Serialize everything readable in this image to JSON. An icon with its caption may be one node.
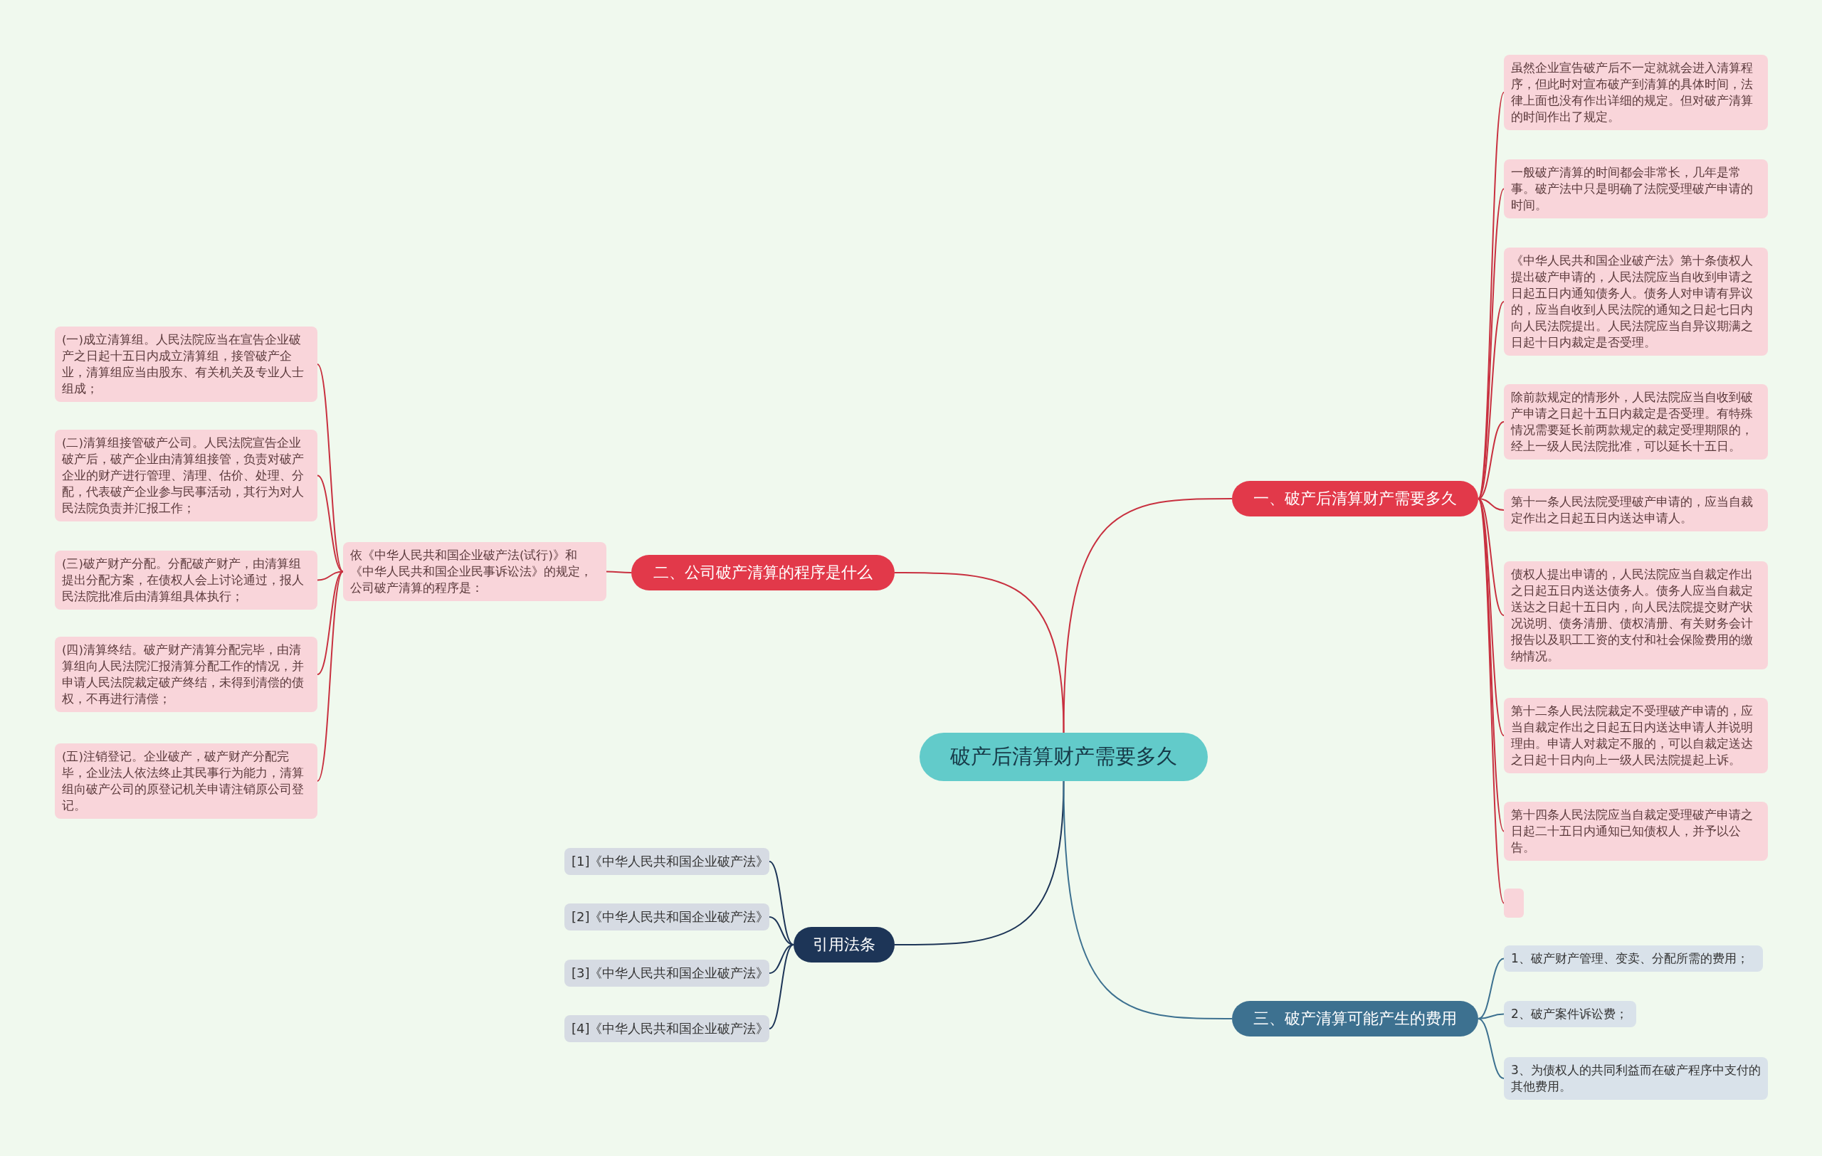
{
  "diagram": {
    "nodes": [
      {
        "text": [
          "破产后清算财产需要多久"
        ]
      },
      {
        "text": [
          "一、破产后清算财产需要多久"
        ]
      },
      {
        "text": [
          "虽然企业宣告破产后不一定就就会进入清算程序，但此时对宣布破产到清算的具体时间，法律上面也没有作出详细的规定。但对破产清算的时间作出了规定。"
        ]
      },
      {
        "text": [
          "一般破产清算的时间都会非常长，几年是常事。破产法中只是明确了法院受理破产申请的时间。"
        ]
      },
      {
        "text": [
          "《中华人民共和国企业破产法》第十条债权人提出破产申请的，人民法院应当自收到申请之日起五日内通知债务人。债务人对申请有异议的，应当自收到人民法院的通知之日起七日内向人民法院提出。人民法院应当自异议期满之日起十日内裁定是否受理。"
        ]
      },
      {
        "text": [
          "除前款规定的情形外，人民法院应当自收到破产申请之日起十五日内裁定是否受理。有特殊情况需要延长前两款规定的裁定受理期限的，经上一级人民法院批准，可以延长十五日。"
        ]
      },
      {
        "text": [
          "第十一条人民法院受理破产申请的，应当自裁定作出之日起五日内送达申请人。"
        ]
      },
      {
        "text": [
          "债权人提出申请的，人民法院应当自裁定作出之日起五日内送达债务人。债务人应当自裁定送达之日起十五日内，向人民法院提交财产状况说明、债务清册、债权清册、有关财务会计报告以及职工工资的支付和社会保险费用的缴纳情况。"
        ]
      },
      {
        "text": [
          "第十二条人民法院裁定不受理破产申请的，应当自裁定作出之日起五日内送达申请人并说明理由。申请人对裁定不服的，可以自裁定送达之日起十日内向上一级人民法院提起上诉。"
        ]
      },
      {
        "text": [
          "第十四条人民法院应当自裁定受理破产申请之日起二十五日内通知已知债权人，并予以公告。"
        ]
      },
      {
        "text": [],
        "shape": "box"
      },
      {
        "text": [
          "二、公司破产清算的程序是什么"
        ]
      },
      {
        "text": [
          "依《中华人民共和国企业破产法(试行)》和《中华人民共和国企业民事诉讼法》的规定，公司破产清算的程序是："
        ]
      },
      {
        "text": [
          "(一)成立清算组。人民法院应当在宣告企业破产之日起十五日内成立清算组，接管破产企业，清算组应当由股东、有关机关及专业人士组成；"
        ]
      },
      {
        "text": [
          "(二)清算组接管破产公司。人民法院宣告企业破产后，破产企业由清算组接管，负责对破产企业的财产进行管理、清理、估价、处理、分配，代表破产企业参与民事活动，其行为对人民法院负责并汇报工作；"
        ]
      },
      {
        "text": [
          "(三)破产财产分配。分配破产财产，由清算组提出分配方案，在债权人会上讨论通过，报人民法院批准后由清算组具体执行；"
        ]
      },
      {
        "text": [
          "(四)清算终结。破产财产清算分配完毕，由清算组向人民法院汇报清算分配工作的情况，并申请人民法院裁定破产终结，未得到清偿的债权，不再进行清偿；"
        ]
      },
      {
        "text": [
          "(五)注销登记。企业破产，破产财产分配完毕，企业法人依法终止其民事行为能力，清算组向破产公司的原登记机关申请注销原公司登记。"
        ]
      },
      {
        "text": [
          "引用法条"
        ]
      },
      {
        "text": [
          "[1]《中华人民共和国企业破产法》"
        ]
      },
      {
        "text": [
          "[2]《中华人民共和国企业破产法》"
        ]
      },
      {
        "text": [
          "[3]《中华人民共和国企业破产法》"
        ]
      },
      {
        "text": [
          "[4]《中华人民共和国企业破产法》"
        ]
      },
      {
        "text": [
          "三、破产清算可能产生的费用"
        ]
      },
      {
        "text": [
          "1、破产财产管理、变卖、分配所需的费用；"
        ]
      },
      {
        "text": [
          "2、破产案件诉讼费；"
        ]
      },
      {
        "text": [
          "3、为债权人的共同利益而在破产程序中支付的其他费用。"
        ]
      }
    ],
    "edges": [
      {
        "from": 0,
        "to": 1,
        "arrow": "none"
      },
      {
        "from": 1,
        "to": 2,
        "arrow": "none"
      },
      {
        "from": 1,
        "to": 3,
        "arrow": "none"
      },
      {
        "from": 1,
        "to": 4,
        "arrow": "none"
      },
      {
        "from": 1,
        "to": 5,
        "arrow": "none"
      },
      {
        "from": 1,
        "to": 6,
        "arrow": "none"
      },
      {
        "from": 1,
        "to": 7,
        "arrow": "none"
      },
      {
        "from": 1,
        "to": 8,
        "arrow": "none"
      },
      {
        "from": 1,
        "to": 9,
        "arrow": "none"
      },
      {
        "from": 1,
        "to": 10,
        "arrow": "none"
      },
      {
        "from": 0,
        "to": 11,
        "arrow": "none"
      },
      {
        "from": 11,
        "to": 12,
        "arrow": "none"
      },
      {
        "from": 12,
        "to": 13,
        "arrow": "none"
      },
      {
        "from": 12,
        "to": 14,
        "arrow": "none"
      },
      {
        "from": 12,
        "to": 15,
        "arrow": "none"
      },
      {
        "from": 12,
        "to": 16,
        "arrow": "none"
      },
      {
        "from": 12,
        "to": 17,
        "arrow": "none"
      },
      {
        "from": 0,
        "to": 18,
        "arrow": "none",
        "color": "#1d3557"
      },
      {
        "from": 18,
        "to": 19,
        "arrow": "none",
        "color": "#1d3557"
      },
      {
        "from": 18,
        "to": 20,
        "arrow": "none",
        "color": "#1d3557"
      },
      {
        "from": 18,
        "to": 21,
        "arrow": "none",
        "color": "#1d3557"
      },
      {
        "from": 18,
        "to": 22,
        "arrow": "none",
        "color": "#1d3557"
      },
      {
        "from": 0,
        "to": 23,
        "arrow": "none",
        "color": "#3d7190"
      },
      {
        "from": 23,
        "to": 24,
        "arrow": "none",
        "color": "#3d7190"
      },
      {
        "from": 23,
        "to": 25,
        "arrow": "none",
        "color": "#3d7190"
      },
      {
        "from": 23,
        "to": 26,
        "arrow": "none",
        "color": "#3d7190"
      }
    ]
  }
}
